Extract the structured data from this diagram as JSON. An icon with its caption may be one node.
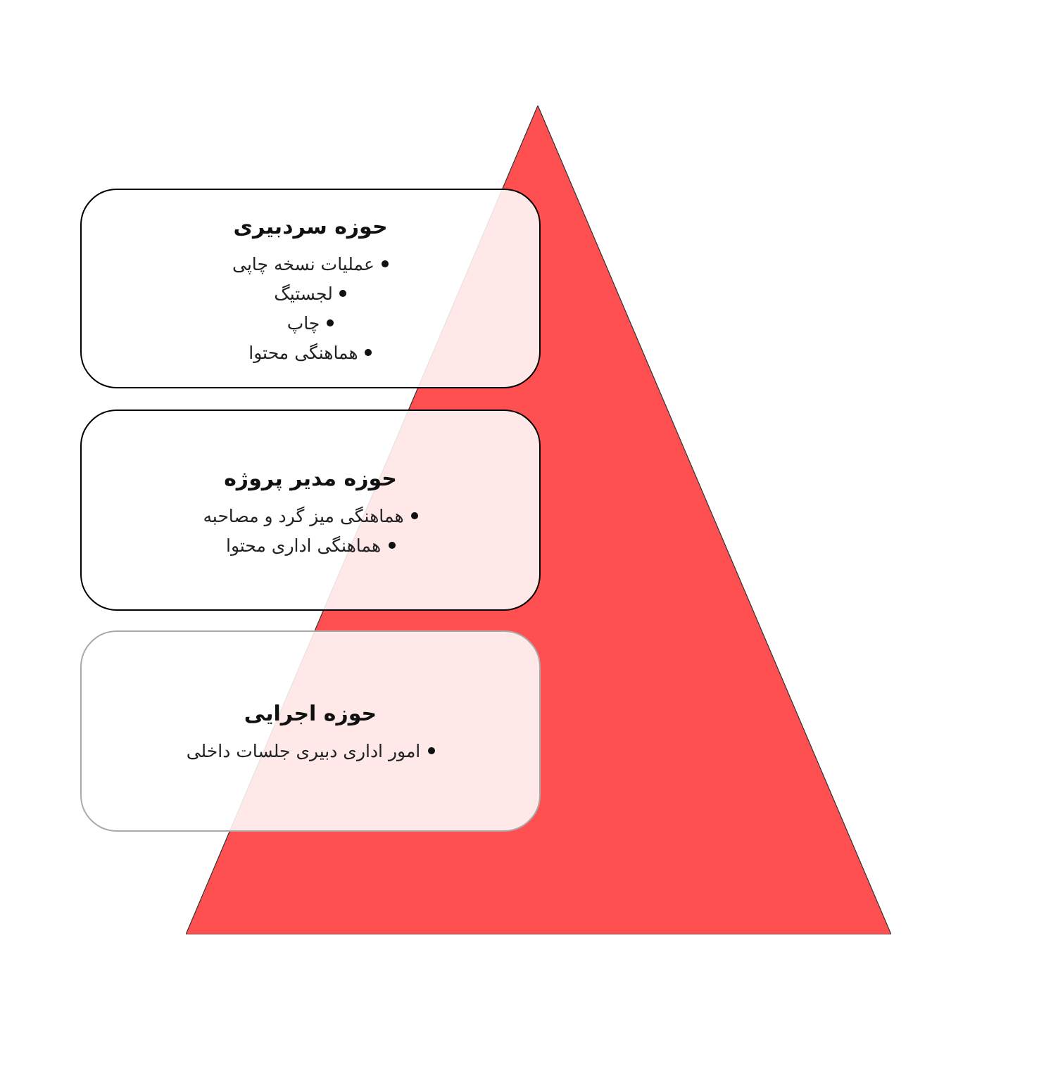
{
  "diagram": {
    "nodes": [
      {
        "text": [
          "حوزه سردبیری",
          "عملیات نسخه چاپی",
          "لجستیگ",
          "چاپ",
          "هماهنگی محتوا"
        ]
      },
      {
        "text": [
          "حوزه مدیر پروژه",
          "هماهنگی میز گرد و مصاحبه",
          "هماهنگی اداری محتوا"
        ]
      },
      {
        "text": [
          "حوزه اجرایی",
          "امور اداری دبیری جلسات داخلی"
        ]
      },
      {
        "text": [],
        "shape": "triangle"
      }
    ]
  }
}
